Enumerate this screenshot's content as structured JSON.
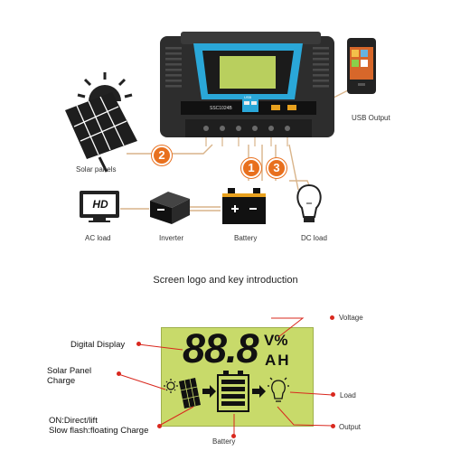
{
  "controller": {
    "model": "SSC1024B",
    "usb_label": "USB"
  },
  "labels": {
    "usb_output": "USB Output",
    "solar_panels": "Solar panels",
    "ac_load": "AC load",
    "inverter": "Inverter",
    "battery": "Battery",
    "dc_load": "DC load"
  },
  "icons": {
    "hd": "HD"
  },
  "steps": [
    "1",
    "2",
    "3"
  ],
  "section_title": "Screen logo and key introduction",
  "display": {
    "digits": "88.8",
    "unit_top": "V%",
    "unit_bottom": "AH",
    "callouts": {
      "digital_display": "Digital Display",
      "solar_panel_charge_1": "Solar Panel",
      "solar_panel_charge_2": "Charge",
      "on_direct_1": "ON:Direct/lift",
      "on_direct_2": "Slow flash:floating Charge",
      "voltage": "Voltage",
      "load": "Load",
      "output": "Output",
      "battery": "Battery"
    }
  },
  "colors": {
    "accent_orange": "#e8701e",
    "callout_red": "#d9281e",
    "lcd_green": "#c8da6a",
    "device_blue": "#2aa7d8"
  }
}
